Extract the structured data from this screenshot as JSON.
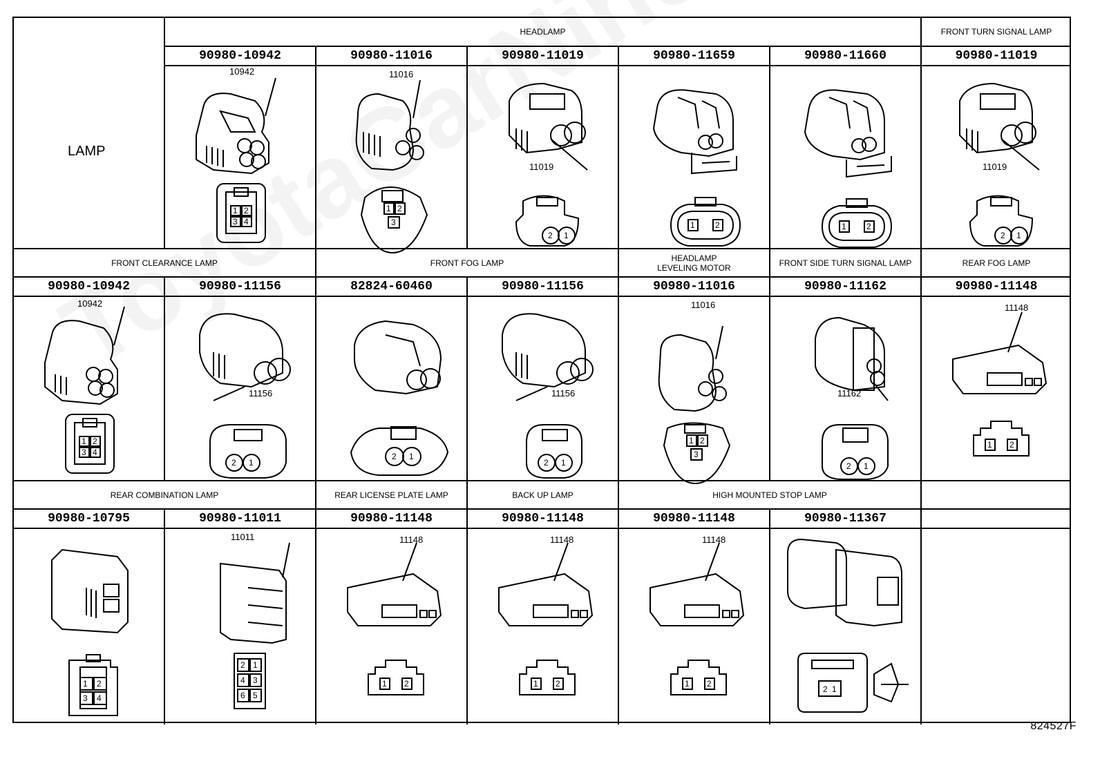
{
  "corner_label": "LAMP",
  "watermark": "ToyotaCarNine.ru",
  "figure_ref": "824527F",
  "rows": [
    {
      "groups": [
        "HEADLAMP",
        "FRONT TURN SIGNAL LAMP"
      ],
      "parts": [
        "90980-10942",
        "90980-11016",
        "90980-11019",
        "90980-11659",
        "90980-11660",
        "90980-11019"
      ],
      "codes": [
        "10942",
        "11016",
        "11019",
        "",
        "",
        "11019"
      ]
    },
    {
      "groups": [
        "FRONT CLEARANCE LAMP",
        "FRONT FOG LAMP",
        "HEADLAMP\nLEVELING MOTOR",
        "FRONT SIDE TURN SIGNAL LAMP",
        "REAR FOG LAMP"
      ],
      "parts": [
        "90980-10942",
        "90980-11156",
        "82824-60460",
        "90980-11156",
        "90980-11016",
        "90980-11162",
        "90980-11148"
      ],
      "codes": [
        "10942",
        "11156",
        "",
        "11156",
        "11016",
        "11162",
        "11148"
      ]
    },
    {
      "groups": [
        "REAR COMBINATION LAMP",
        "REAR LICENSE PLATE LAMP",
        "BACK UP LAMP",
        "HIGH MOUNTED STOP LAMP"
      ],
      "parts": [
        "90980-10795",
        "90980-11011",
        "90980-11148",
        "90980-11148",
        "90980-11148",
        "90980-11367"
      ],
      "codes": [
        "",
        "11011",
        "11148",
        "11148",
        "11148",
        ""
      ]
    }
  ]
}
